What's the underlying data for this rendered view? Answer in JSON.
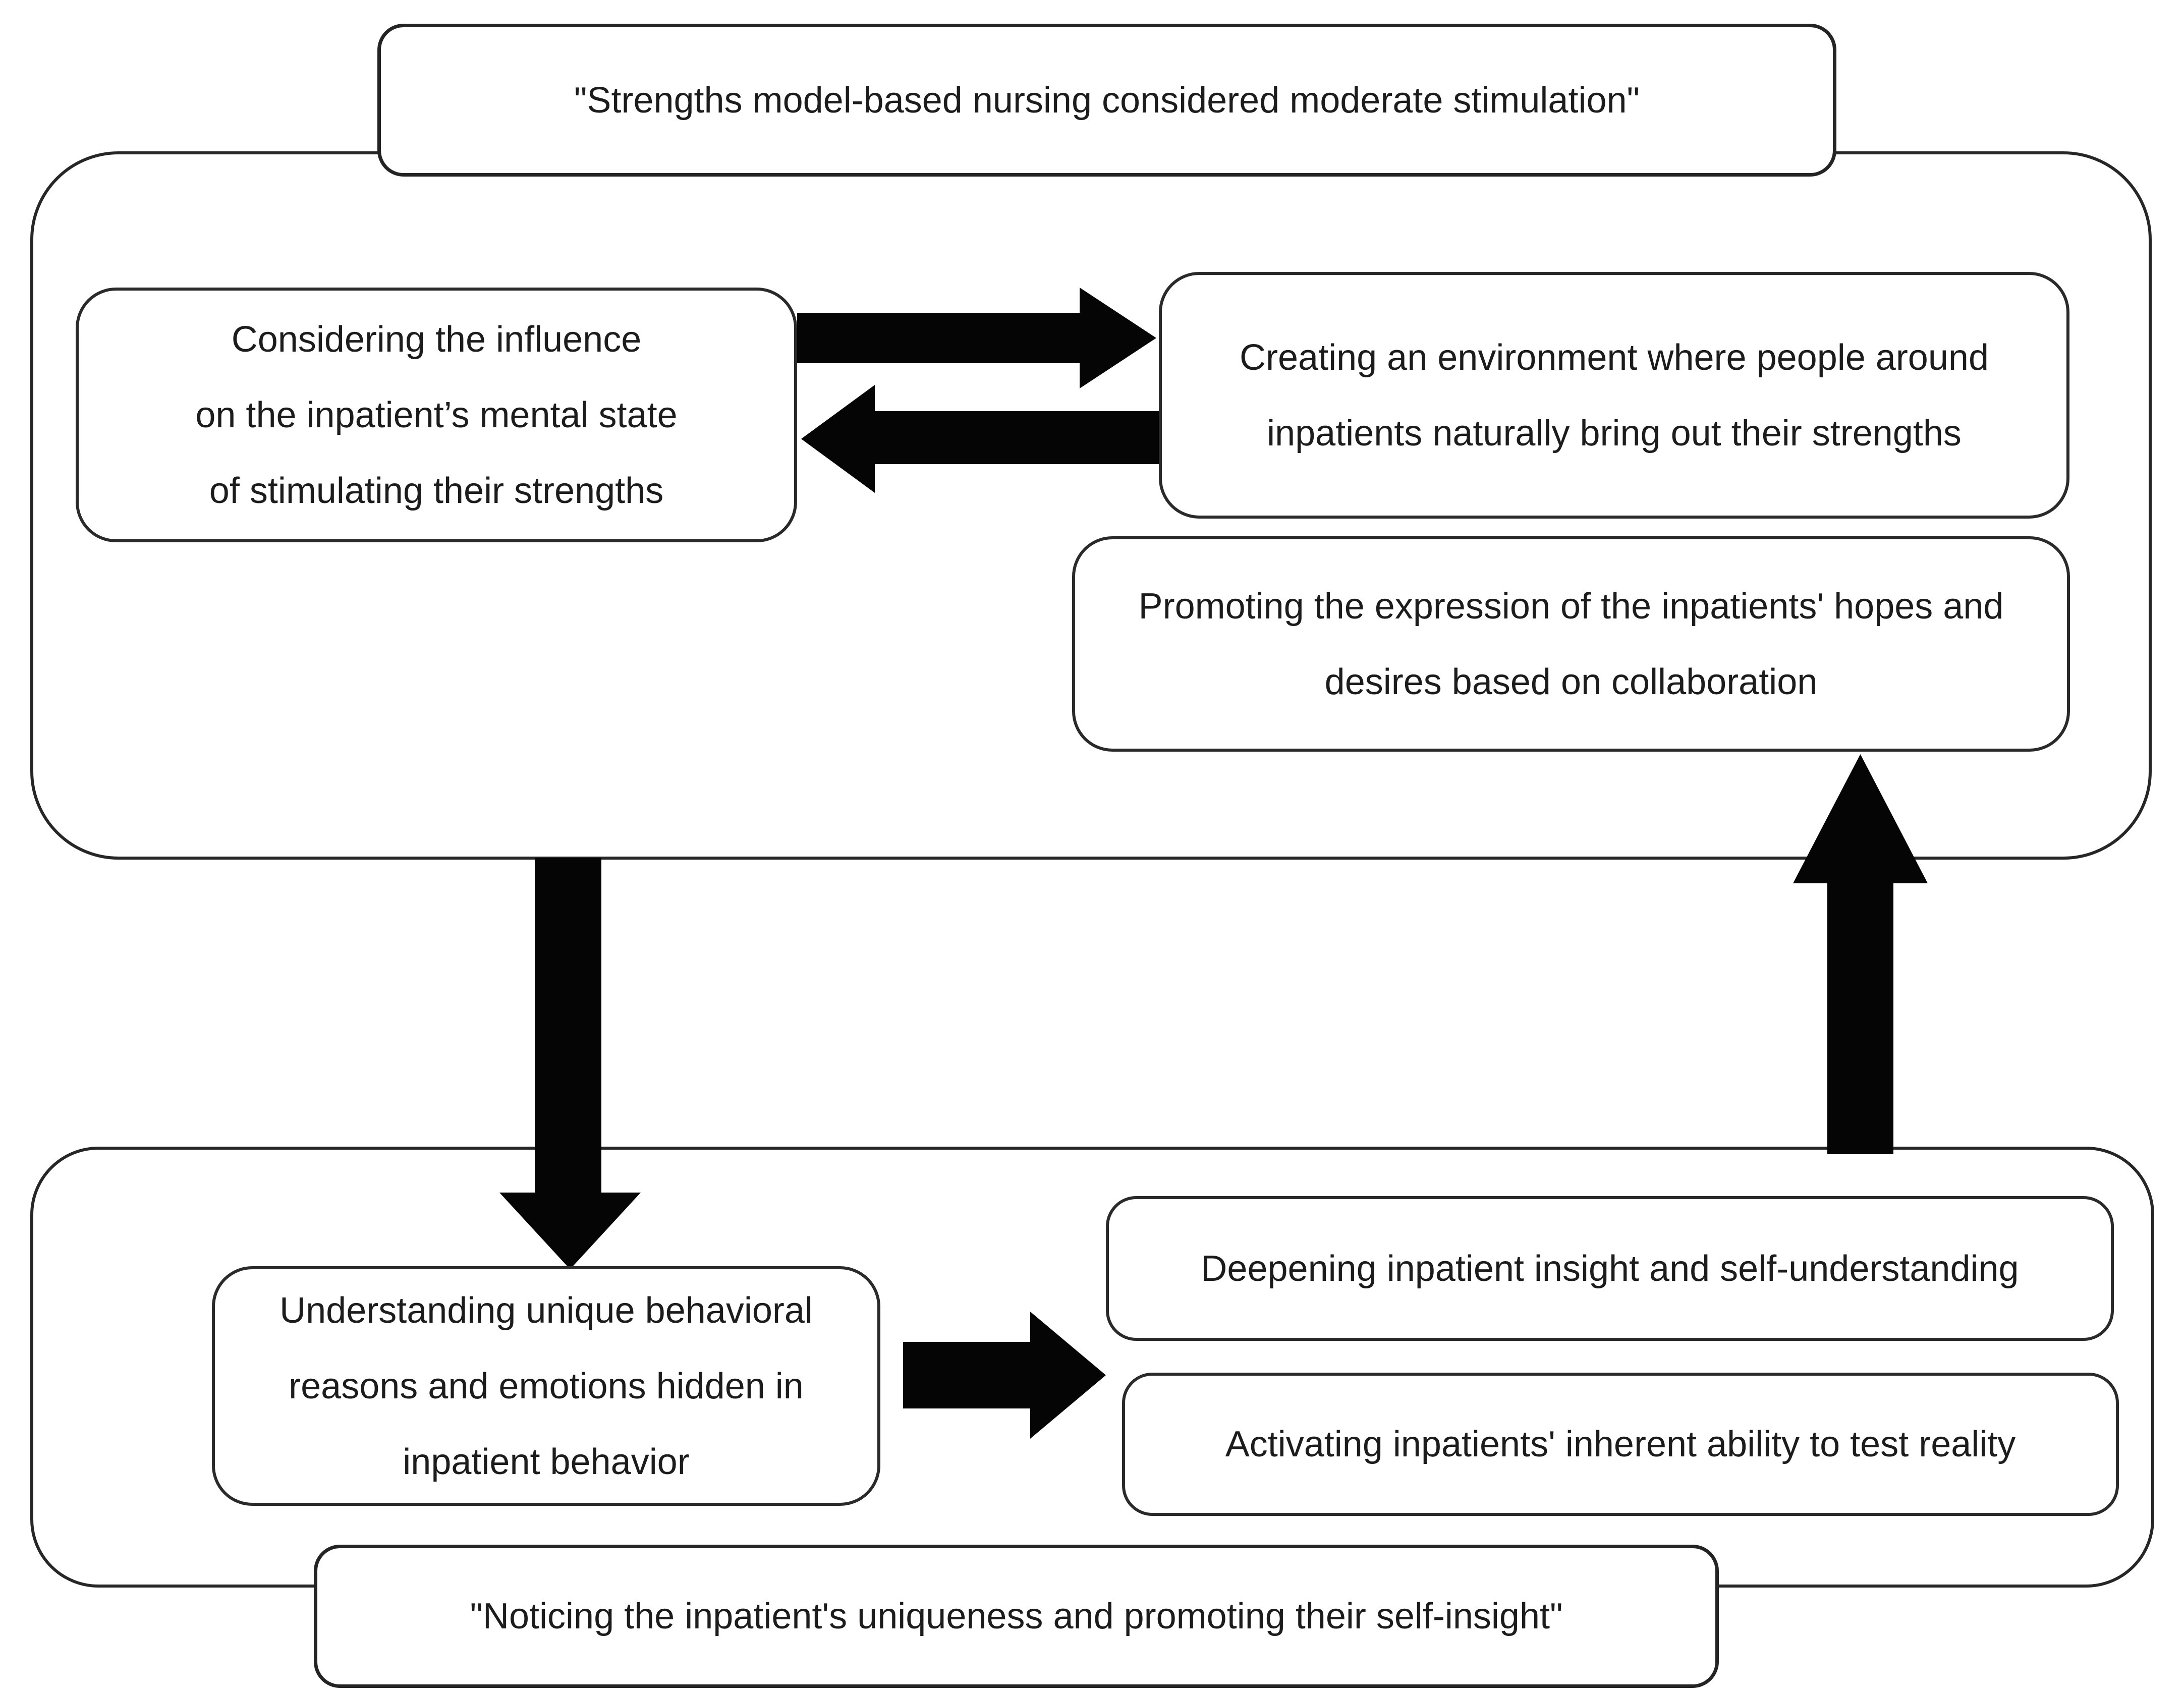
{
  "top_title": "\"Strengths model-based nursing considered moderate stimulation\"",
  "bottom_title": "\"Noticing the inpatient's uniqueness and promoting their self-insight\"",
  "boxes": {
    "considering": {
      "lines": [
        "Considering the influence",
        "on the inpatient’s mental state",
        "of stimulating their strengths"
      ]
    },
    "creating": {
      "lines": [
        "Creating an environment where people around",
        "inpatients naturally bring out their strengths"
      ]
    },
    "promoting": {
      "lines": [
        "Promoting the expression of the inpatients' hopes and",
        "desires based on collaboration"
      ]
    },
    "understanding": {
      "lines": [
        "Understanding unique behavioral",
        "reasons and emotions hidden in",
        "inpatient behavior"
      ]
    },
    "deepening": {
      "lines": [
        "Deepening inpatient insight and self-understanding"
      ]
    },
    "activating": {
      "lines": [
        "Activating inpatients' inherent ability to test reality"
      ]
    }
  },
  "arrows": {
    "considering_to_creating": "right-block-arrow",
    "creating_to_considering": "left-block-arrow",
    "top_phase_to_bottom_phase": "down-block-arrow",
    "bottom_phase_to_promoting": "up-block-arrow",
    "understanding_to_insight_boxes": "right-block-arrow"
  },
  "colors": {
    "background": "#ffffff",
    "stroke": "#262626",
    "arrow": "#050505",
    "text": "#1c1c1c"
  }
}
